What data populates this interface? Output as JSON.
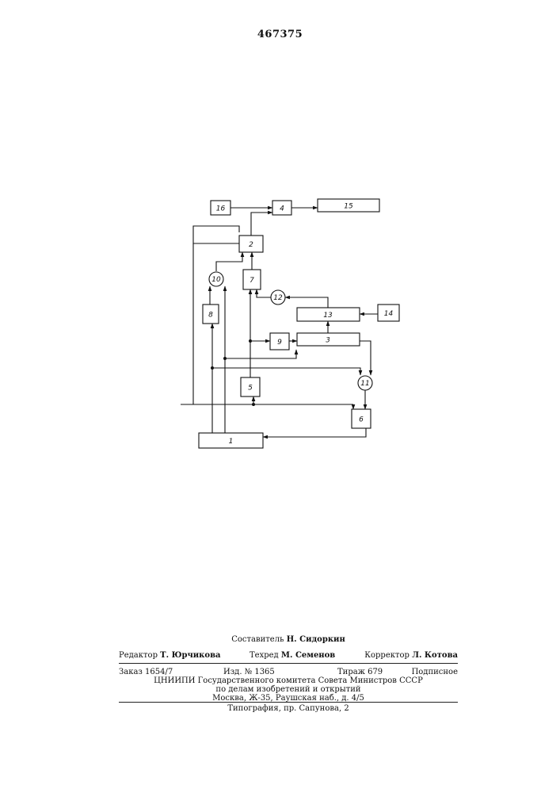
{
  "page_number": "467375",
  "diagram": {
    "blocks": [
      {
        "id": "b1",
        "label": "1"
      },
      {
        "id": "b2",
        "label": "2"
      },
      {
        "id": "b3",
        "label": "3"
      },
      {
        "id": "b4",
        "label": "4"
      },
      {
        "id": "b5",
        "label": "5"
      },
      {
        "id": "b6",
        "label": "6"
      },
      {
        "id": "b7",
        "label": "7"
      },
      {
        "id": "b8",
        "label": "8"
      },
      {
        "id": "b9",
        "label": "9"
      },
      {
        "id": "b10",
        "label": "10"
      },
      {
        "id": "b11",
        "label": "11"
      },
      {
        "id": "b12",
        "label": "12"
      },
      {
        "id": "b13",
        "label": "13"
      },
      {
        "id": "b14",
        "label": "14"
      },
      {
        "id": "b15",
        "label": "15"
      },
      {
        "id": "b16",
        "label": "16"
      }
    ]
  },
  "imprint": {
    "compiler_label": "Составитель",
    "compiler_name": "Н. Сидоркин",
    "editor_label": "Редактор",
    "editor_name": "Т. Юрчикова",
    "techred_label": "Техред",
    "techred_name": "М. Семенов",
    "corrector_label": "Корректор",
    "corrector_name": "Л. Котова",
    "order": "Заказ  1654/7",
    "edition": "Изд. № 1365",
    "circulation": "Тираж 679",
    "subscription": "Подписное",
    "publisher_line1": "ЦНИИПИ Государственного комитета Совета Министров СССР",
    "publisher_line2": "по делам изобретений и открытий",
    "publisher_line3": "Москва, Ж-35, Раушская наб., д. 4/5",
    "printer": "Типография, пр. Сапунова, 2"
  }
}
